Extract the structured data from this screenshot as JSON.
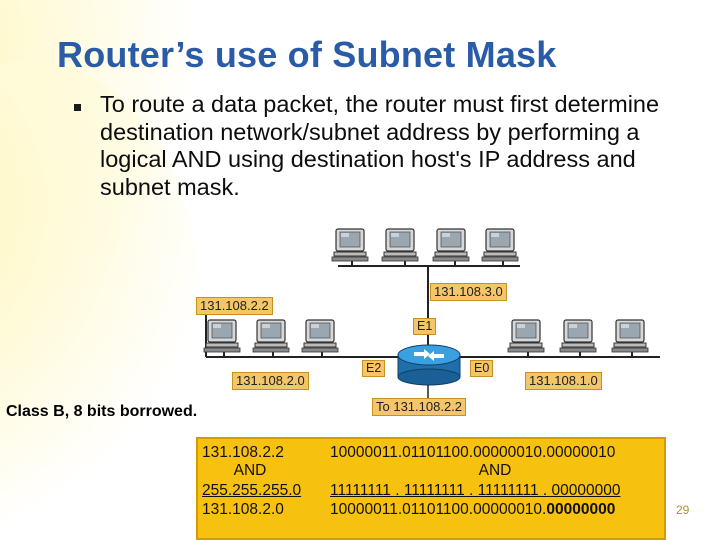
{
  "slide": {
    "title": "Router’s use of Subnet Mask",
    "bullet": "To route a data packet, the router must first determine destination network/subnet address by performing a logical AND using destination host's IP address and subnet mask.",
    "class_note": "Class B, 8 bits borrowed.",
    "page_number": "29"
  },
  "diagram": {
    "host_label": "131.108.2.2",
    "net_top": "131.108.3.0",
    "net_left": "131.108.2.0",
    "net_right": "131.108.1.0",
    "interface_e1": "E1",
    "interface_e2": "E2",
    "interface_e0": "E0",
    "packet_dest": "To 131.108.2.2",
    "router_icon": "router-icon",
    "workstation_icon": "workstation-icon"
  },
  "calculation": {
    "rows": [
      {
        "left": "131.108.2.2",
        "right": "10000011.01101100.00000010.00000010"
      },
      {
        "left": "AND",
        "right": "AND"
      },
      {
        "left": "255.255.255.0",
        "right": "11111111 . 11111111 . 11111111 . 00000000"
      },
      {
        "left": "131.108.2.0",
        "right_prefix": "10000011.01101100.00000010.",
        "right_suffix": "00000000"
      }
    ]
  },
  "colors": {
    "title": "#2a5ba7",
    "label_fill": "#f4c66a",
    "calc_box": "#f7c10f",
    "router": "#2f8fcf"
  }
}
